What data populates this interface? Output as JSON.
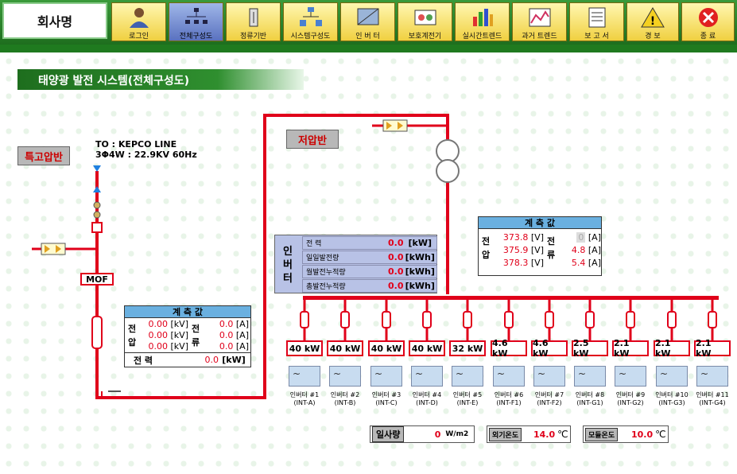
{
  "toolbar": {
    "company": "회사명",
    "buttons": [
      {
        "label": "로그인"
      },
      {
        "label": "전체구성도"
      },
      {
        "label": "정류기반"
      },
      {
        "label": "시스템구성도"
      },
      {
        "label": "인 버 터"
      },
      {
        "label": "보호계전기"
      },
      {
        "label": "실시간트렌드"
      },
      {
        "label": "과거 트렌드"
      },
      {
        "label": "보 고 서"
      },
      {
        "label": "경 보"
      },
      {
        "label": "종 료"
      }
    ]
  },
  "page_title": "태양광 발전 시스템(전체구성도)",
  "high_voltage": {
    "label": "특고압반",
    "line_to": "TO : KEPCO LINE",
    "line_spec": "3Φ4W : 22.9KV 60Hz",
    "mof": "MOF",
    "meter": {
      "header": "계 측 값",
      "v_label": "전압",
      "a_label": "전류",
      "voltages": [
        "0.00",
        "0.00",
        "0.00"
      ],
      "v_unit": "[kV]",
      "currents": [
        "0.0",
        "0.0",
        "0.0"
      ],
      "a_unit": "[A]",
      "power_label": "전 력",
      "power": "0.0",
      "power_unit": "[kW]"
    }
  },
  "low_voltage": {
    "label": "저압반",
    "meter": {
      "header": "계 측 값",
      "v_label": "전압",
      "a_label": "전류",
      "voltages": [
        "373.8",
        "375.9",
        "378.3"
      ],
      "v_unit": "[V]",
      "currents": [
        "0",
        "4.8",
        "5.4"
      ],
      "a_unit": "[A]"
    }
  },
  "inverter_panel": {
    "title": "인버터",
    "rows": [
      {
        "name": "전 력",
        "value": "0.0",
        "unit": "[kW]"
      },
      {
        "name": "일일발전량",
        "value": "0.0",
        "unit": "[kWh]"
      },
      {
        "name": "월발전누적량",
        "value": "0.0",
        "unit": "[kWh]"
      },
      {
        "name": "총발전누적량",
        "value": "0.0",
        "unit": "[kWh]"
      }
    ]
  },
  "inverters": [
    {
      "kw": "40 kW",
      "name": "인버터 #1",
      "id": "(INT-A)"
    },
    {
      "kw": "40 kW",
      "name": "인버터 #2",
      "id": "(INT-B)"
    },
    {
      "kw": "40 kW",
      "name": "인버터 #3",
      "id": "(INT-C)"
    },
    {
      "kw": "40 kW",
      "name": "인버터 #4",
      "id": "(INT-D)"
    },
    {
      "kw": "32 kW",
      "name": "인버터 #5",
      "id": "(INT-E)"
    },
    {
      "kw": "4.6 kW",
      "name": "인버터 #6",
      "id": "(INT-F1)"
    },
    {
      "kw": "4.6 kW",
      "name": "인버터 #7",
      "id": "(INT-F2)"
    },
    {
      "kw": "2.5 kW",
      "name": "인버터 #8",
      "id": "(INT-G1)"
    },
    {
      "kw": "2.1 kW",
      "name": "인버터 #9",
      "id": "(INT-G2)"
    },
    {
      "kw": "2.1 kW",
      "name": "인버터 #10",
      "id": "(INT-G3)"
    },
    {
      "kw": "2.1 kW",
      "name": "인버터 #11",
      "id": "(INT-G4)"
    }
  ],
  "environment": {
    "irradiance_label": "일사량",
    "irradiance": "0",
    "irradiance_unit": "W/m2",
    "outdoor_label": "외기온도",
    "outdoor": "14.0",
    "outdoor_unit": "℃",
    "module_label": "모듈온도",
    "module": "10.0",
    "module_unit": "℃"
  },
  "colors": {
    "line": "#e0001a",
    "toolbar": "#2a8a2a",
    "button": "#f5e070"
  }
}
